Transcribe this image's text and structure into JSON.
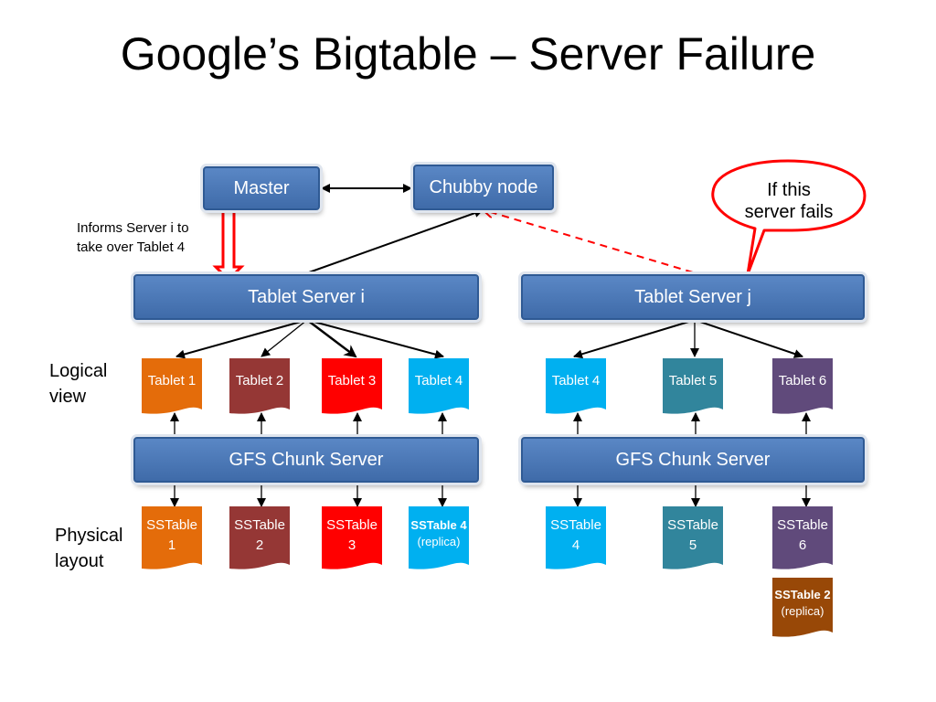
{
  "title": "Google’s Bigtable – Server Failure",
  "master": "Master",
  "chubby": "Chubby node",
  "inform_note": [
    "Informs Server i to",
    "take over Tablet 4"
  ],
  "bubble": [
    "If this",
    "server fails"
  ],
  "server_i": "Tablet Server i",
  "server_j": "Tablet Server j",
  "gfs_left": "GFS Chunk Server",
  "gfs_right": "GFS Chunk Server",
  "logical_label": [
    "Logical",
    "view"
  ],
  "physical_label": [
    "Physical",
    "layout"
  ],
  "tablets": [
    "Tablet 1",
    "Tablet 2",
    "Tablet 3",
    "Tablet 4",
    "Tablet 4",
    "Tablet 5",
    "Tablet 6"
  ],
  "sstables": [
    [
      "SSTable",
      "1"
    ],
    [
      "SSTable",
      "2"
    ],
    [
      "SSTable",
      "3"
    ],
    [
      "SSTable 4",
      "(replica)"
    ],
    [
      "SSTable",
      "4"
    ],
    [
      "SSTable",
      "5"
    ],
    [
      "SSTable",
      "6"
    ]
  ],
  "extra_sstable": [
    "SSTable 2",
    "(replica)"
  ],
  "colors": {
    "orange": "#e46c0a",
    "brown": "#953735",
    "red": "#ff0000",
    "cyan": "#00b0f0",
    "teal": "#31859c",
    "purple": "#604a7b",
    "rust": "#984807",
    "box_blue": "#4f81bd",
    "alert_red": "#ff0000"
  }
}
